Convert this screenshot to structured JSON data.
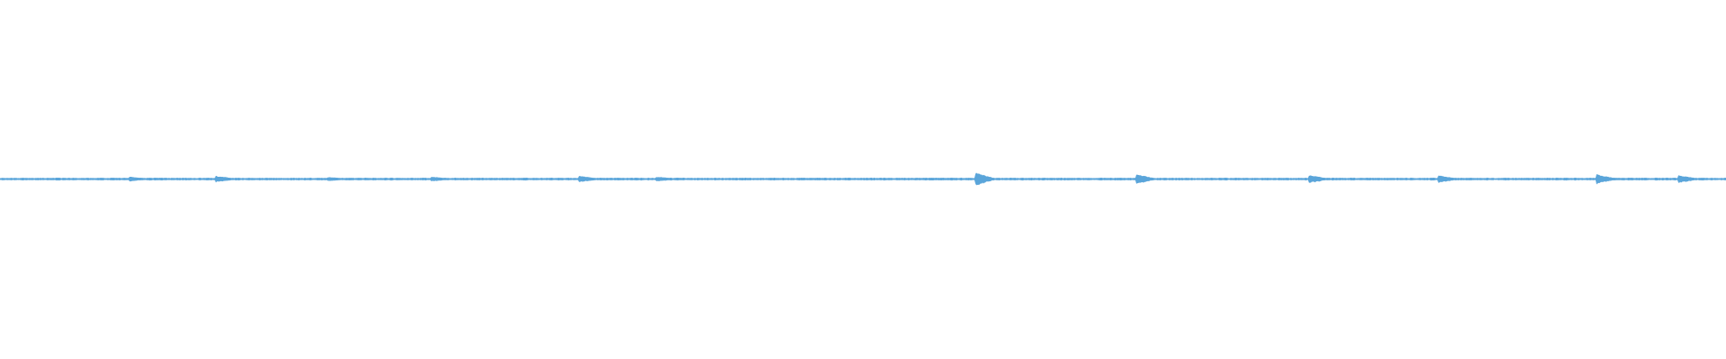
{
  "waveform": {
    "color": "#5aa5da",
    "baseline_amplitude": 0.012,
    "peak_positions": [
      0.075,
      0.125,
      0.19,
      0.25,
      0.335,
      0.38,
      0.565,
      0.658,
      0.758,
      0.833,
      0.925,
      0.972
    ],
    "peak_amplitudes": [
      0.3,
      0.45,
      0.25,
      0.3,
      0.5,
      0.3,
      1.0,
      0.75,
      0.6,
      0.55,
      0.7,
      0.6
    ]
  }
}
